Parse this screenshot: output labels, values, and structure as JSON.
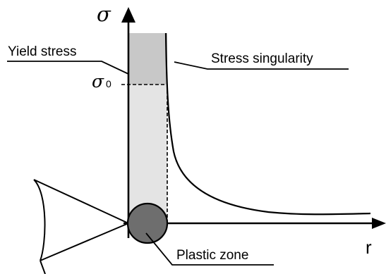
{
  "diagram": {
    "axes": {
      "y_symbol": "σ",
      "x_symbol": "r"
    },
    "sigma0": {
      "symbol": "σ",
      "subscript": "0"
    },
    "labels": {
      "yield_stress": "Yield stress",
      "stress_singularity": "Stress singularity",
      "plastic_zone": "Plastic zone"
    },
    "colors": {
      "yield_band": "#c8c8c8",
      "elastic_band": "#e4e4e4",
      "plastic_zone_fill": "#6e6e6e",
      "line": "#000000"
    }
  }
}
